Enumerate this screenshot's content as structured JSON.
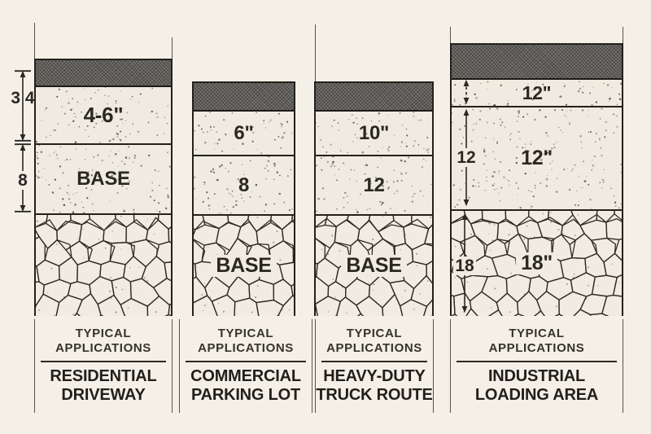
{
  "diagram": {
    "type": "pavement-cross-sections",
    "colors": {
      "background": "#f4f0e8",
      "aggregate_fill": "#efebe0",
      "subgrade_fill": "#f0ece1",
      "asphalt_gray": "#5e5d59",
      "line_dark": "#24211c",
      "text_dark": "#2b2822"
    },
    "columns": [
      {
        "id": "residential-driveway",
        "layers": {
          "surface_course": "4-6\"",
          "base_course": "BASE",
          "subgrade": ""
        },
        "dims": {
          "surface_total": "3 4",
          "base_depth": "8"
        },
        "application": {
          "heading": [
            "TYPICAL",
            "APPLICATIONS"
          ],
          "name": [
            "RESIDENTIAL",
            "DRIVEWAY"
          ]
        }
      },
      {
        "id": "commercial-parking-lot",
        "layers": {
          "surface_course": "6\"",
          "base_course": "8",
          "subgrade": "BASE"
        },
        "application": {
          "heading": [
            "TYPICAL",
            "APPLICATIONS"
          ],
          "name": [
            "COMMERCIAL",
            "PARKING LOT"
          ]
        }
      },
      {
        "id": "heavy-duty-truck-route",
        "layers": {
          "surface_course": "10\"",
          "base_course": "12",
          "subgrade": "BASE"
        },
        "application": {
          "heading": [
            "TYPICAL",
            "APPLICATIONS"
          ],
          "name": [
            "HEAVY-DUTY",
            "TRUCK ROUTE"
          ]
        }
      },
      {
        "id": "industrial-loading-area",
        "layers": {
          "surface_course": "12\"",
          "base_course": "12\"",
          "subgrade": "18\""
        },
        "dims": {
          "base_depth": "12",
          "subgrade_depth": "18"
        },
        "application": {
          "heading": [
            "TYPICAL",
            "APPLICATIONS"
          ],
          "name": [
            "INDUSTRIAL",
            "LOADING AREA"
          ]
        }
      }
    ]
  }
}
